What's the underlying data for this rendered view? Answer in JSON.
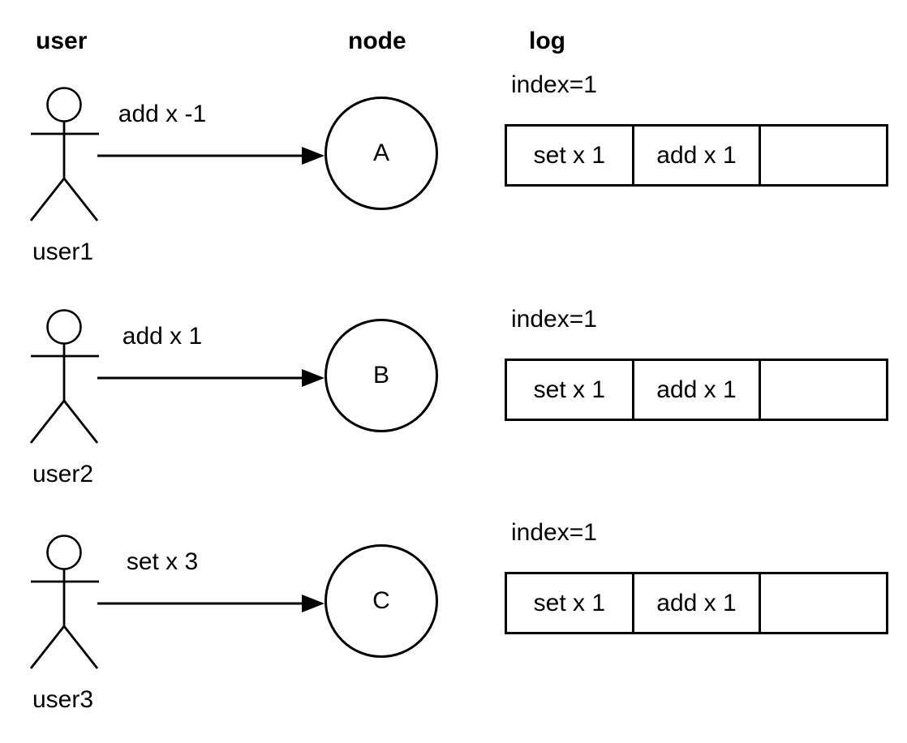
{
  "page": {
    "background_color": "#ffffff",
    "line_color": "#000000",
    "text_color": "#000000"
  },
  "headers": {
    "user": "user",
    "node": "node",
    "log": "log"
  },
  "icons": {
    "actor": "actor-icon",
    "arrow": "arrow-right-icon"
  },
  "rows": [
    {
      "user_name": "user1",
      "message": "add x -1",
      "node_label": "A",
      "log": {
        "index_label": "index=1",
        "cells": [
          "set x 1",
          "add x 1",
          ""
        ]
      }
    },
    {
      "user_name": "user2",
      "message": "add x 1",
      "node_label": "B",
      "log": {
        "index_label": "index=1",
        "cells": [
          "set x 1",
          "add x 1",
          ""
        ]
      }
    },
    {
      "user_name": "user3",
      "message": "set x 3",
      "node_label": "C",
      "log": {
        "index_label": "index=1",
        "cells": [
          "set x 1",
          "add x 1",
          ""
        ]
      }
    }
  ]
}
